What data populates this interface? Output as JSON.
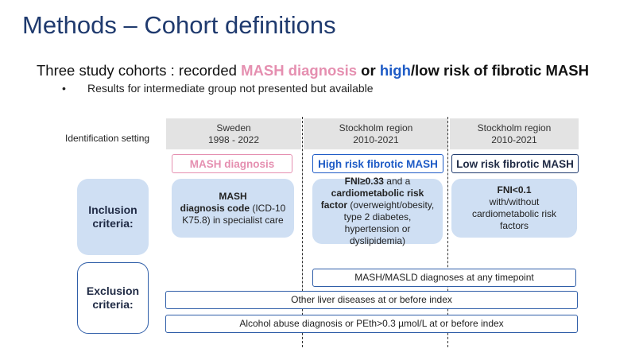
{
  "title": "Methods – Cohort definitions",
  "subtitle": {
    "prefix": "Three study cohorts : recorded ",
    "mash_diagnosis": "MASH diagnosis",
    "or": " or ",
    "high": "high",
    "rest": "/low risk of fibrotic MASH"
  },
  "bullet": {
    "mark": "•",
    "text": "Results for intermediate group not presented but available"
  },
  "identification_label": "Identification setting",
  "columns": [
    {
      "setting_line1": "Sweden",
      "setting_line2": "1998 - 2022",
      "cohort": "MASH diagnosis",
      "inclusion": {
        "bold1": "MASH",
        "bold2": "diagnosis code",
        "text": " (ICD-10 K75.8) in specialist care"
      }
    },
    {
      "setting_line1": "Stockholm region",
      "setting_line2": "2010-2021",
      "cohort": "High risk fibrotic MASH",
      "inclusion": {
        "bold1": "FNI≥0.33",
        "text1": " and a ",
        "bold2": "cardiometabolic risk factor",
        "text2": " (overweight/obesity, type 2 diabetes, hypertension or dyslipidemia)"
      }
    },
    {
      "setting_line1": "Stockholm region",
      "setting_line2": "2010-2021",
      "cohort": "Low risk fibrotic MASH",
      "inclusion": {
        "bold1": "FNI<0.1",
        "text": "with/without cardiometabolic risk factors"
      }
    }
  ],
  "inclusion_label": {
    "line1": "Inclusion",
    "line2": "criteria:"
  },
  "exclusion_label": {
    "line1": "Exclusion",
    "line2": "criteria:"
  },
  "exclusions": [
    "MASH/MASLD diagnoses at any timepoint",
    "Other liver diseases at or before index",
    "Alcohol abuse diagnosis or PEth>0.3 µmol/L at or before index"
  ],
  "colors": {
    "title": "#1f3a6e",
    "pink": "#e58fb0",
    "blue": "#1e5bc6",
    "light_blue_fill": "#cfdff3",
    "header_gray": "#e3e3e3"
  }
}
